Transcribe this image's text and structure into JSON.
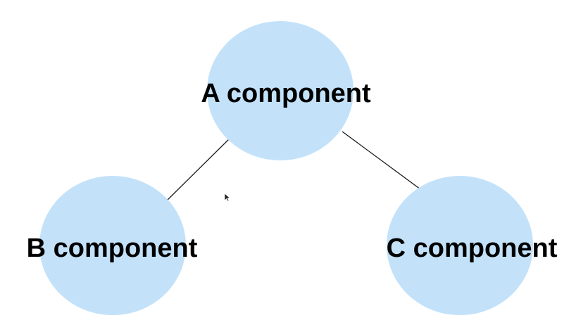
{
  "diagram": {
    "node_fill": "#c3e2fa",
    "edge_color": "#1a1a1a",
    "nodes": [
      {
        "id": "a",
        "label": "A component"
      },
      {
        "id": "b",
        "label": "B component"
      },
      {
        "id": "c",
        "label": "C component"
      }
    ],
    "edges": [
      {
        "from": "a",
        "to": "b"
      },
      {
        "from": "a",
        "to": "c"
      }
    ]
  },
  "cursor": {
    "icon": "mouse-pointer-icon"
  }
}
